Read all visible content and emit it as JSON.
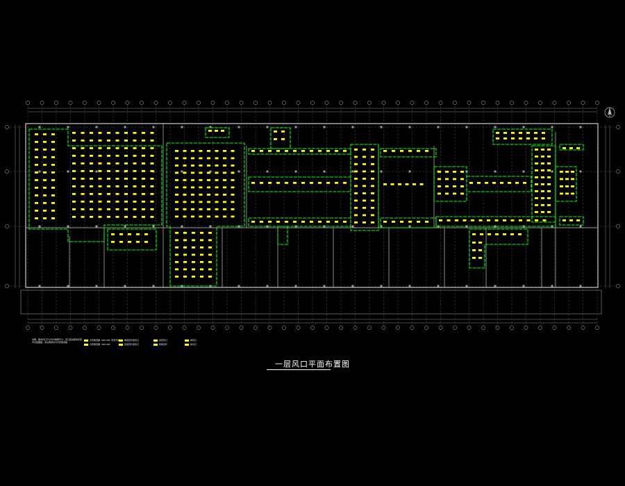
{
  "drawing": {
    "title": "一层风口平面布置图",
    "background_color": "#000000",
    "colors": {
      "wall": "#9a9a9a",
      "grid": "#6e6e6e",
      "duct_outline": "#00ff00",
      "diffuser": "#ffff00",
      "text": "#ffffff"
    },
    "north_arrow_icon": "north-arrow-icon"
  },
  "legend": {
    "notes": [
      "说明：图中风口尺寸均为喉部尺寸，风口底边距地高度",
      "详见剖面图，未注明者均为方形散流器"
    ],
    "items": [
      "方形散流器 400x400 带调节阀",
      "方形散流器 300x300",
      "单层百叶回风口",
      "双层百叶送风口",
      "条形风口",
      "防雨百叶",
      "排风口",
      "新风口"
    ]
  }
}
